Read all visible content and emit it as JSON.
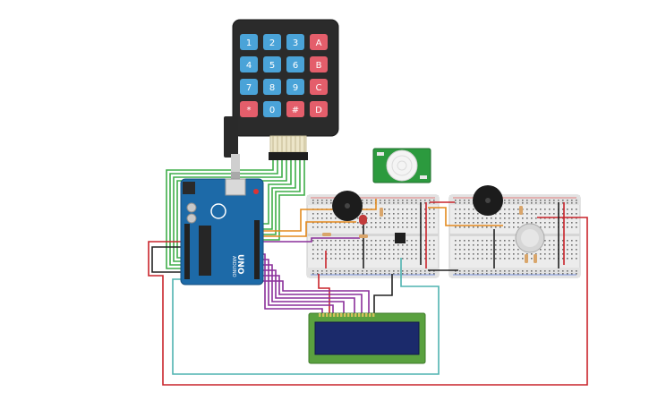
{
  "keypad": {
    "keys": [
      "1",
      "2",
      "3",
      "A",
      "4",
      "5",
      "6",
      "B",
      "7",
      "8",
      "9",
      "C",
      "*",
      "0",
      "#",
      "D"
    ],
    "digit_color": "#4aa3d8",
    "letter_color": "#e45e6b"
  },
  "arduino": {
    "board_label": "UNO",
    "brand_label": "ARDUINO",
    "color": "#1d6aa8"
  },
  "colors": {
    "wire_green": "#3fae49",
    "wire_red": "#c9242b",
    "wire_purple": "#8a2f9a",
    "wire_orange": "#e38a1e",
    "wire_black": "#222222",
    "wire_teal": "#4fb3b0",
    "lcd_green": "#5aa13f",
    "lcd_screen": "#1b2a6b",
    "pir_green": "#2c9a3e",
    "breadboard": "#ececec"
  }
}
